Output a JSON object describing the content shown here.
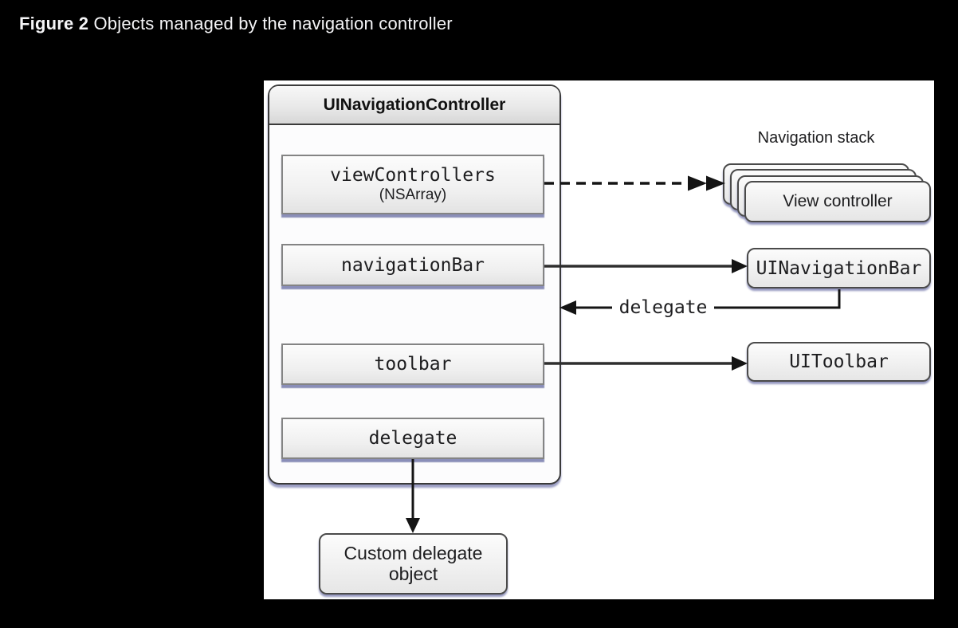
{
  "figure": {
    "label": "Figure 2",
    "caption": "Objects managed by the navigation controller"
  },
  "diagram": {
    "controller": {
      "title": "UINavigationController",
      "properties": {
        "view_controllers": {
          "label": "viewControllers",
          "sublabel": "(NSArray)"
        },
        "navigation_bar": {
          "label": "navigationBar"
        },
        "toolbar": {
          "label": "toolbar"
        },
        "delegate": {
          "label": "delegate"
        }
      }
    },
    "navigation_stack": {
      "label": "Navigation stack",
      "top_card": "View controller"
    },
    "ui_navigation_bar": {
      "label": "UINavigationBar"
    },
    "ui_toolbar": {
      "label": "UIToolbar"
    },
    "delegate_arrow": {
      "label": "delegate"
    },
    "custom_delegate": {
      "label": "Custom delegate object"
    }
  },
  "colors": {
    "page_background": "#000000",
    "caption_text": "#f5f5f7",
    "canvas_background": "#ffffff",
    "frame_border": "#3a3a3a",
    "box_border": "#848484",
    "shadow_lavender": "#8d90bb",
    "arrow_color": "#141414",
    "label_text": "#1d1d1f"
  }
}
